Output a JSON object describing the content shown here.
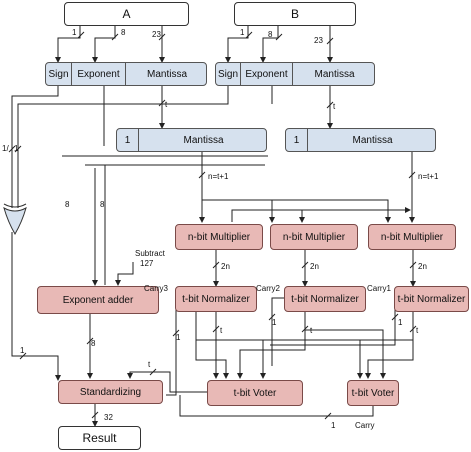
{
  "inputs": {
    "a": "A",
    "b": "B"
  },
  "fields": {
    "sign": "Sign",
    "exponent": "Exponent",
    "mantissa": "Mantissa",
    "one": "1"
  },
  "blocks": {
    "multiplier": "n-bit Multiplier",
    "normalizer": "t-bit Normalizer",
    "exponent_adder": "Exponent adder",
    "standardizing": "Standardizing",
    "voter": "t-bit Voter",
    "result": "Result"
  },
  "labels": {
    "w1": "1",
    "w8": "8",
    "w23": "23",
    "wt": "t",
    "w1slash1": "1/",
    "nt1": "n=t+1",
    "w2n": "2n",
    "subtract": "Subtract",
    "sub_val": "127",
    "carry1": "Carry1",
    "carry2": "Carry2",
    "carry3": "Carry3",
    "carry": "Carry",
    "w32": "32"
  }
}
